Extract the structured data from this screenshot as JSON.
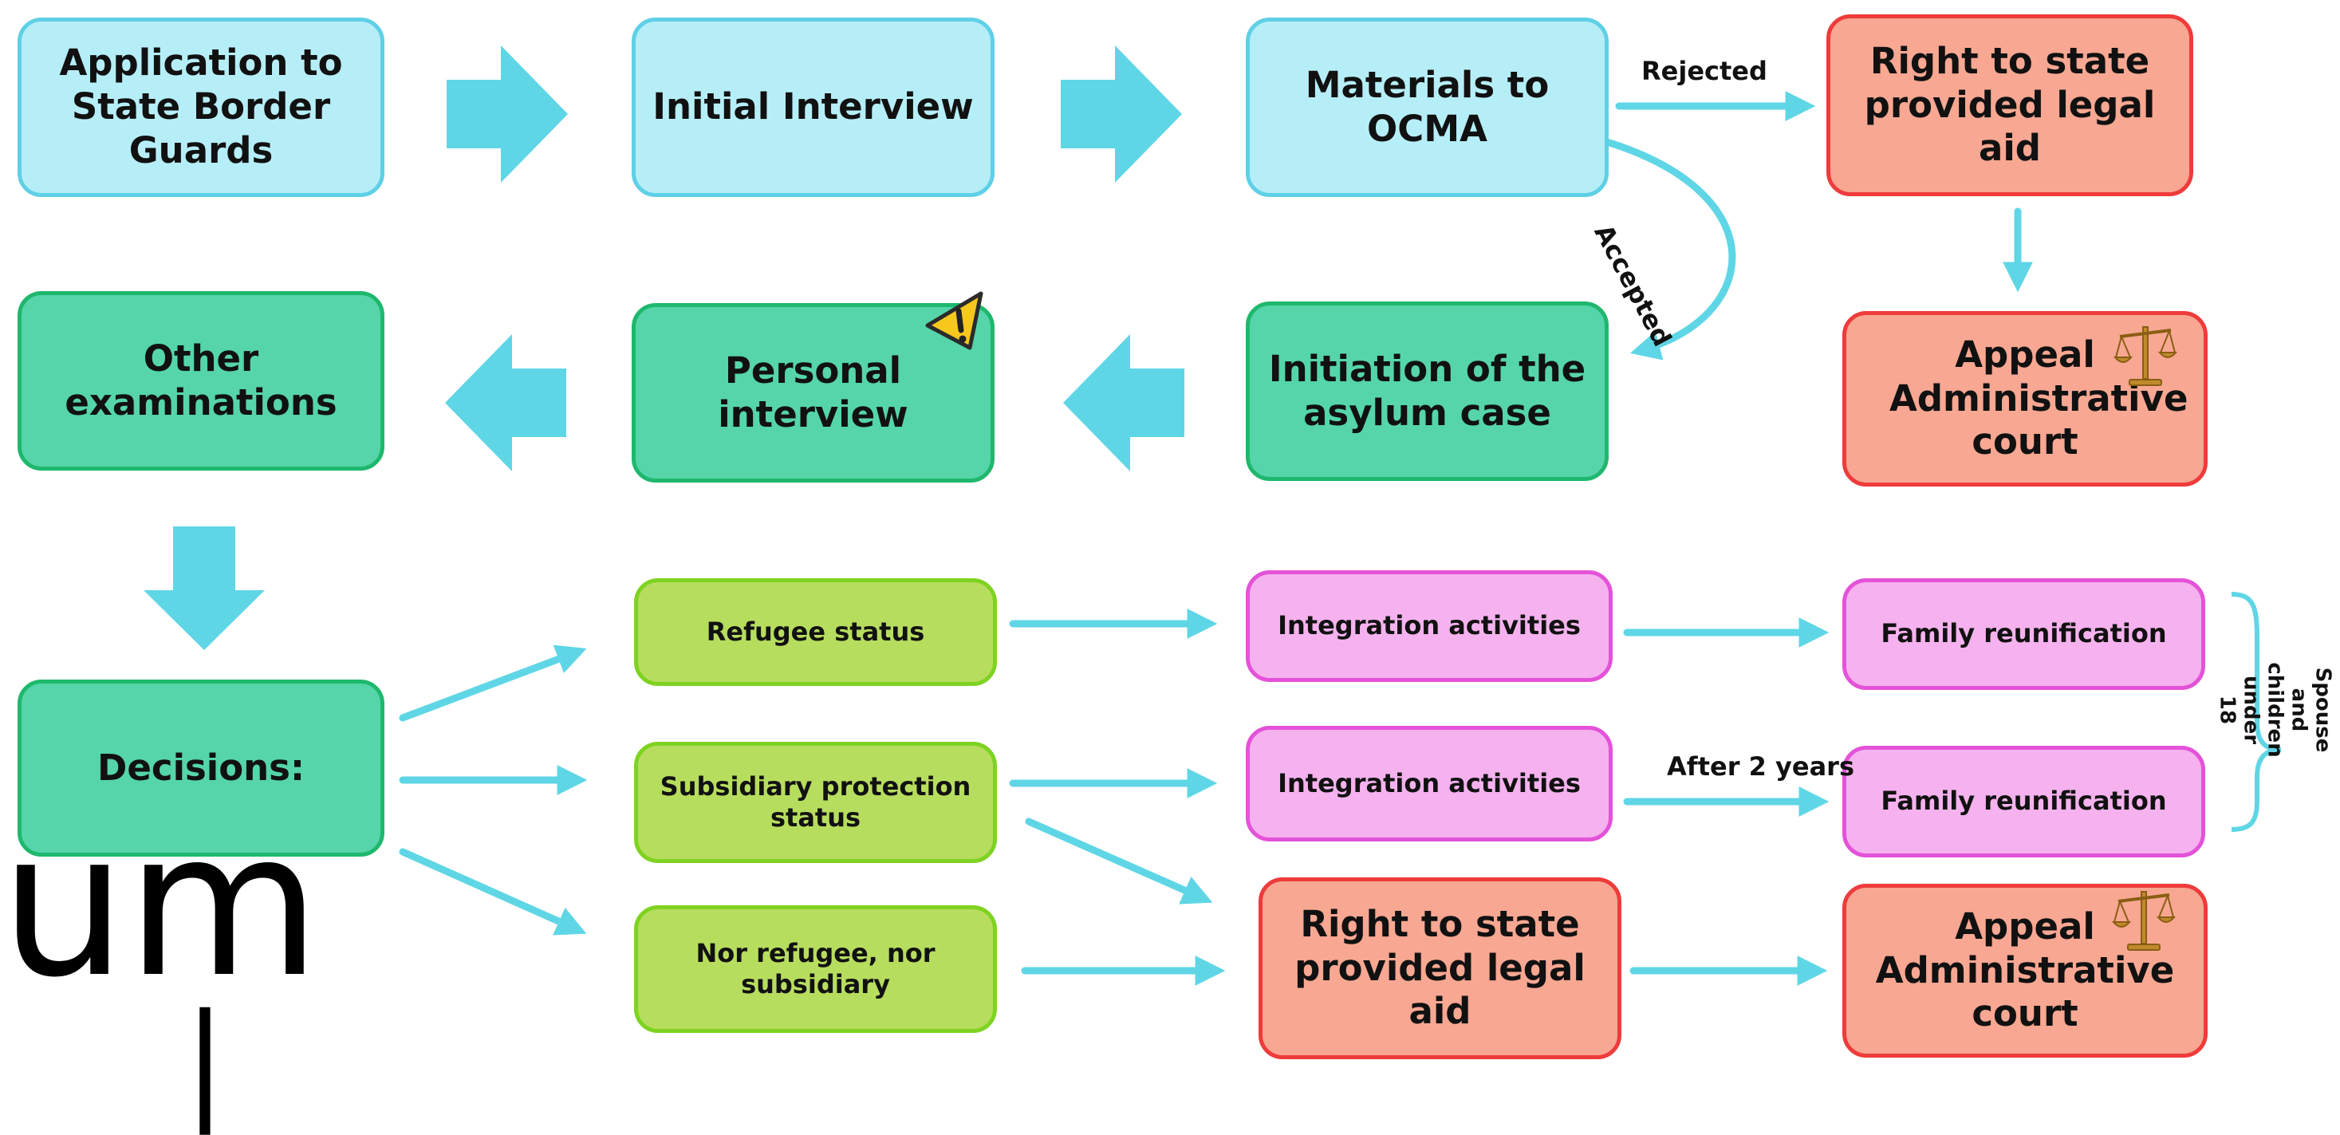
{
  "nodes": {
    "application": "Application to State Border Guards",
    "initial_interview": "Initial Interview",
    "materials_ocma": "Materials to OCMA",
    "right_legal_aid_top": "Right to state provided legal aid",
    "appeal_top": "Appeal Administrative court",
    "initiation": "Initiation of the asylum case",
    "personal_interview": "Personal interview",
    "other_examinations": "Other examinations",
    "decisions": "Decisions:",
    "refugee_status": "Refugee status",
    "subsidiary_status": "Subsidiary protection status",
    "nor_refugee": "Nor refugee, nor subsidiary",
    "integration_1": "Integration activities",
    "integration_2": "Integration activities",
    "family_1": "Family reunification",
    "family_2": "Family reunification",
    "right_legal_aid_bottom": "Right to state provided legal aid",
    "appeal_bottom": "Appeal Administrative court"
  },
  "labels": {
    "rejected": "Rejected",
    "accepted": "Accepted",
    "after_2_years": "After 2 years",
    "spouse_children": "Spouse and children under 18"
  },
  "background_text": {
    "large_partial": "um",
    "fragment": "|"
  },
  "icons": {
    "warning": "warning-icon",
    "scales": "scales-of-justice-icon"
  },
  "colors": {
    "arrow": "#5fd6e6",
    "blue_fill": "#b6eef8",
    "green_fill": "#55d5a9",
    "red_fill": "#f7a792",
    "lime_fill": "#b7dd5e",
    "pink_fill": "#f5b2ee"
  }
}
